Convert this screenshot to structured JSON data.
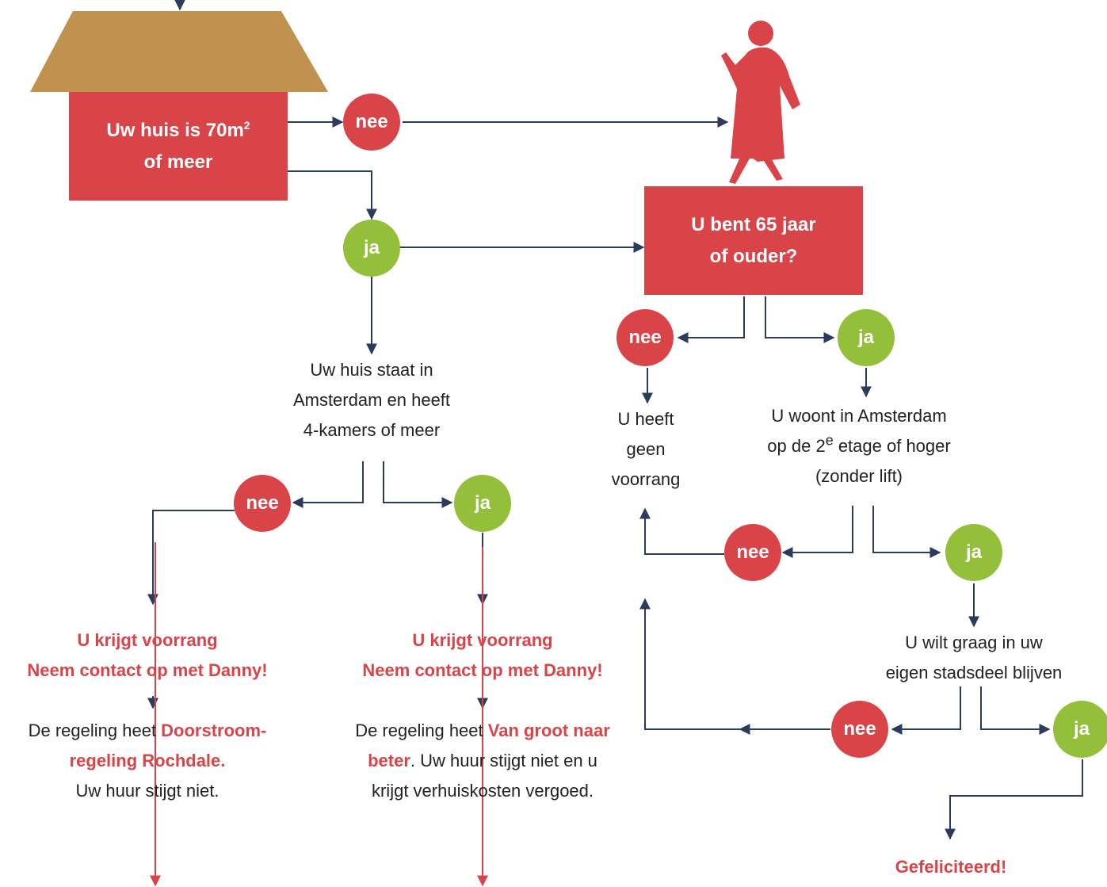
{
  "house_box": {
    "line1": "Uw huis is 70m",
    "sup": "2",
    "line2": "of meer"
  },
  "age_box": {
    "line1": "U bent 65 jaar",
    "line2": "of ouder?"
  },
  "nodes": {
    "nee1": "nee",
    "ja1": "ja",
    "nee2": "nee",
    "ja2": "ja",
    "nee3": "nee",
    "ja3": "ja",
    "nee4": "nee",
    "ja4": "ja",
    "nee5": "nee",
    "ja5": "ja"
  },
  "amsterdam_q": {
    "l1": "Uw huis staat in",
    "l2": "Amsterdam en heeft",
    "l3": "4-kamers of meer"
  },
  "geen_voorrang": {
    "l1": "U heeft",
    "l2": "geen",
    "l3": "voorrang"
  },
  "etage_q": {
    "l1": "U woont in Amsterdam",
    "l2a": "op de 2",
    "l2sup": "e",
    "l2b": " etage of hoger",
    "l3": "(zonder lift)"
  },
  "stadsdeel_q": {
    "l1": "U wilt graag in uw",
    "l2": "eigen stadsdeel blijven"
  },
  "result_left": {
    "h1": "U krijgt voorrang",
    "h2": "Neem contact op met Danny!",
    "t1a": "De regeling heet ",
    "t1b": "Doorstroom-",
    "t2": "regeling Rochdale.",
    "t3": "Uw huur stijgt niet."
  },
  "result_mid": {
    "h1": "U krijgt voorrang",
    "h2": "Neem contact op met Danny!",
    "t1a": "De regeling heet ",
    "t1b": "Van groot naar",
    "t2a": "beter",
    "t2b": ". Uw huur stijgt niet en u",
    "t3": "krijgt verhuiskosten vergoed."
  },
  "result_right": {
    "h1": "Gefeliciteerd!"
  },
  "colors": {
    "red": "#d94448",
    "green": "#94bf3b",
    "roof": "#c1914f",
    "line": "#2a3b5c"
  }
}
